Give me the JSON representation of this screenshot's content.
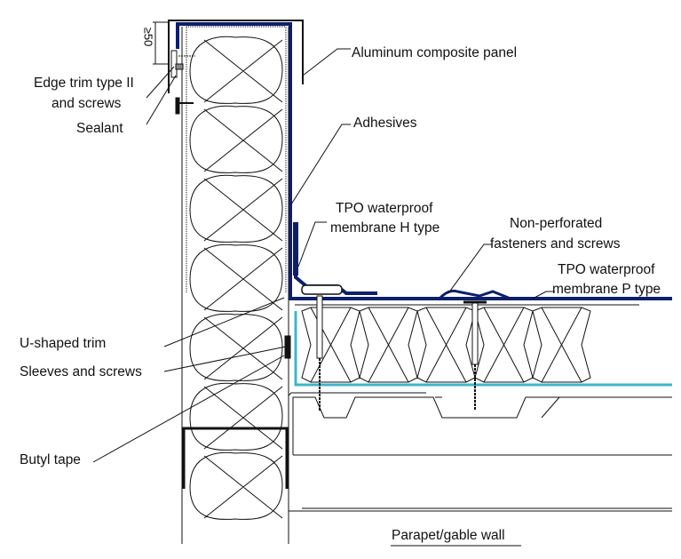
{
  "labels": {
    "dimension": "≥50",
    "aluminum_panel": "Aluminum composite panel",
    "edge_trim_1": "Edge trim type II",
    "edge_trim_2": "and screws",
    "sealant": "Sealant",
    "adhesives": "Adhesives",
    "tpo_h_1": "TPO waterproof",
    "tpo_h_2": "membrane H type",
    "fasteners_1": "Non-perforated",
    "fasteners_2": "fasteners and screws",
    "tpo_p_1": "TPO waterproof",
    "tpo_p_2": "membrane P type",
    "u_trim": "U-shaped trim",
    "sleeves": "Sleeves and screws",
    "butyl": "Butyl tape",
    "title": "Parapet/gable wall"
  },
  "colors": {
    "membrane": "#0d1f6b",
    "vapor_layer": "#3fb5c8",
    "lines": "#111111"
  }
}
